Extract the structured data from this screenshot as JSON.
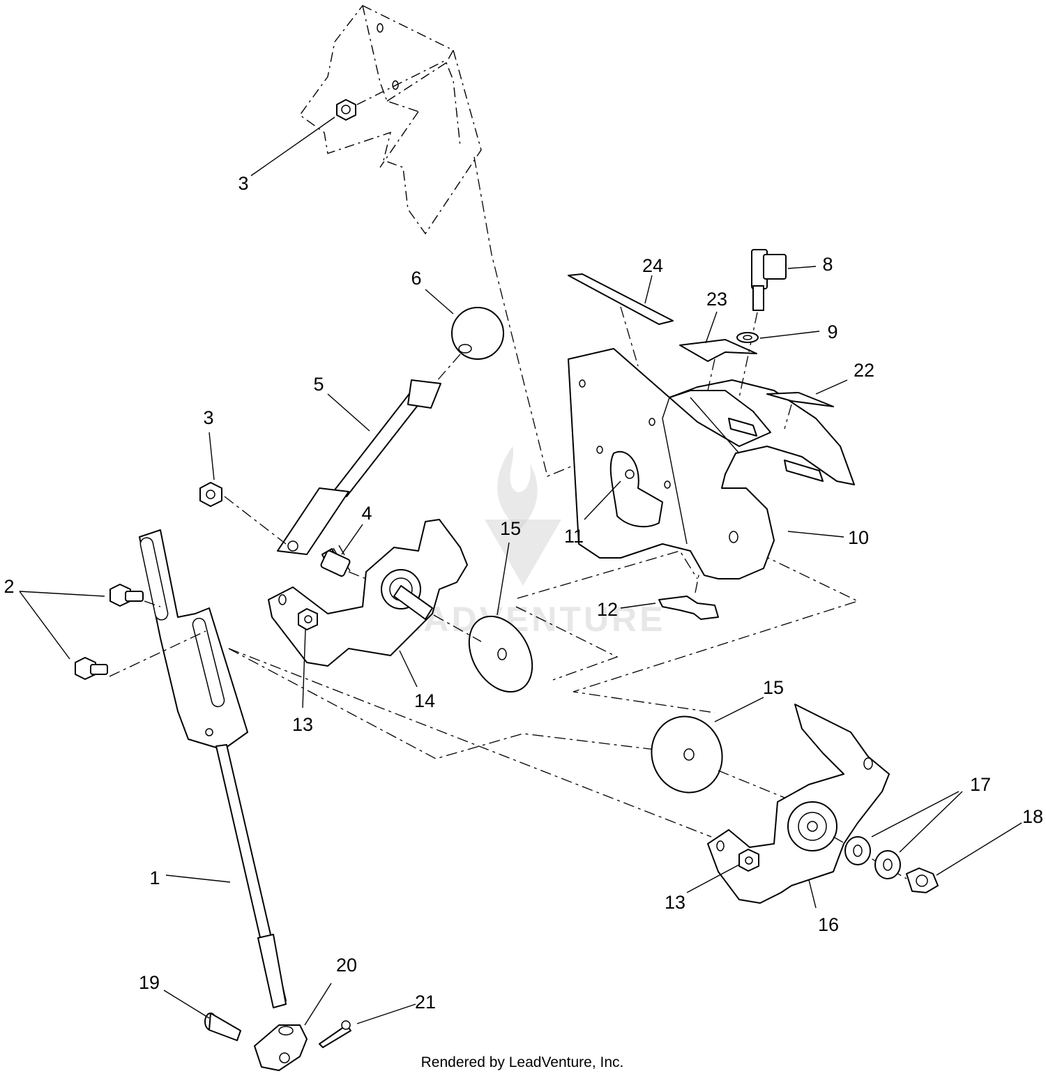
{
  "callouts": [
    {
      "id": "c1",
      "label": "1"
    },
    {
      "id": "c2",
      "label": "2"
    },
    {
      "id": "c3a",
      "label": "3"
    },
    {
      "id": "c3b",
      "label": "3"
    },
    {
      "id": "c4",
      "label": "4"
    },
    {
      "id": "c5",
      "label": "5"
    },
    {
      "id": "c6",
      "label": "6"
    },
    {
      "id": "c8",
      "label": "8"
    },
    {
      "id": "c9",
      "label": "9"
    },
    {
      "id": "c10",
      "label": "10"
    },
    {
      "id": "c11",
      "label": "11"
    },
    {
      "id": "c12",
      "label": "12"
    },
    {
      "id": "c13a",
      "label": "13"
    },
    {
      "id": "c13b",
      "label": "13"
    },
    {
      "id": "c14",
      "label": "14"
    },
    {
      "id": "c15a",
      "label": "15"
    },
    {
      "id": "c15b",
      "label": "15"
    },
    {
      "id": "c16",
      "label": "16"
    },
    {
      "id": "c17",
      "label": "17"
    },
    {
      "id": "c18",
      "label": "18"
    },
    {
      "id": "c19",
      "label": "19"
    },
    {
      "id": "c20",
      "label": "20"
    },
    {
      "id": "c21",
      "label": "21"
    },
    {
      "id": "c22",
      "label": "22"
    },
    {
      "id": "c23",
      "label": "23"
    },
    {
      "id": "c24",
      "label": "24"
    }
  ],
  "watermark": {
    "text": "LEADVENTURE"
  },
  "footer": {
    "credit": "Rendered by LeadVenture, Inc."
  }
}
